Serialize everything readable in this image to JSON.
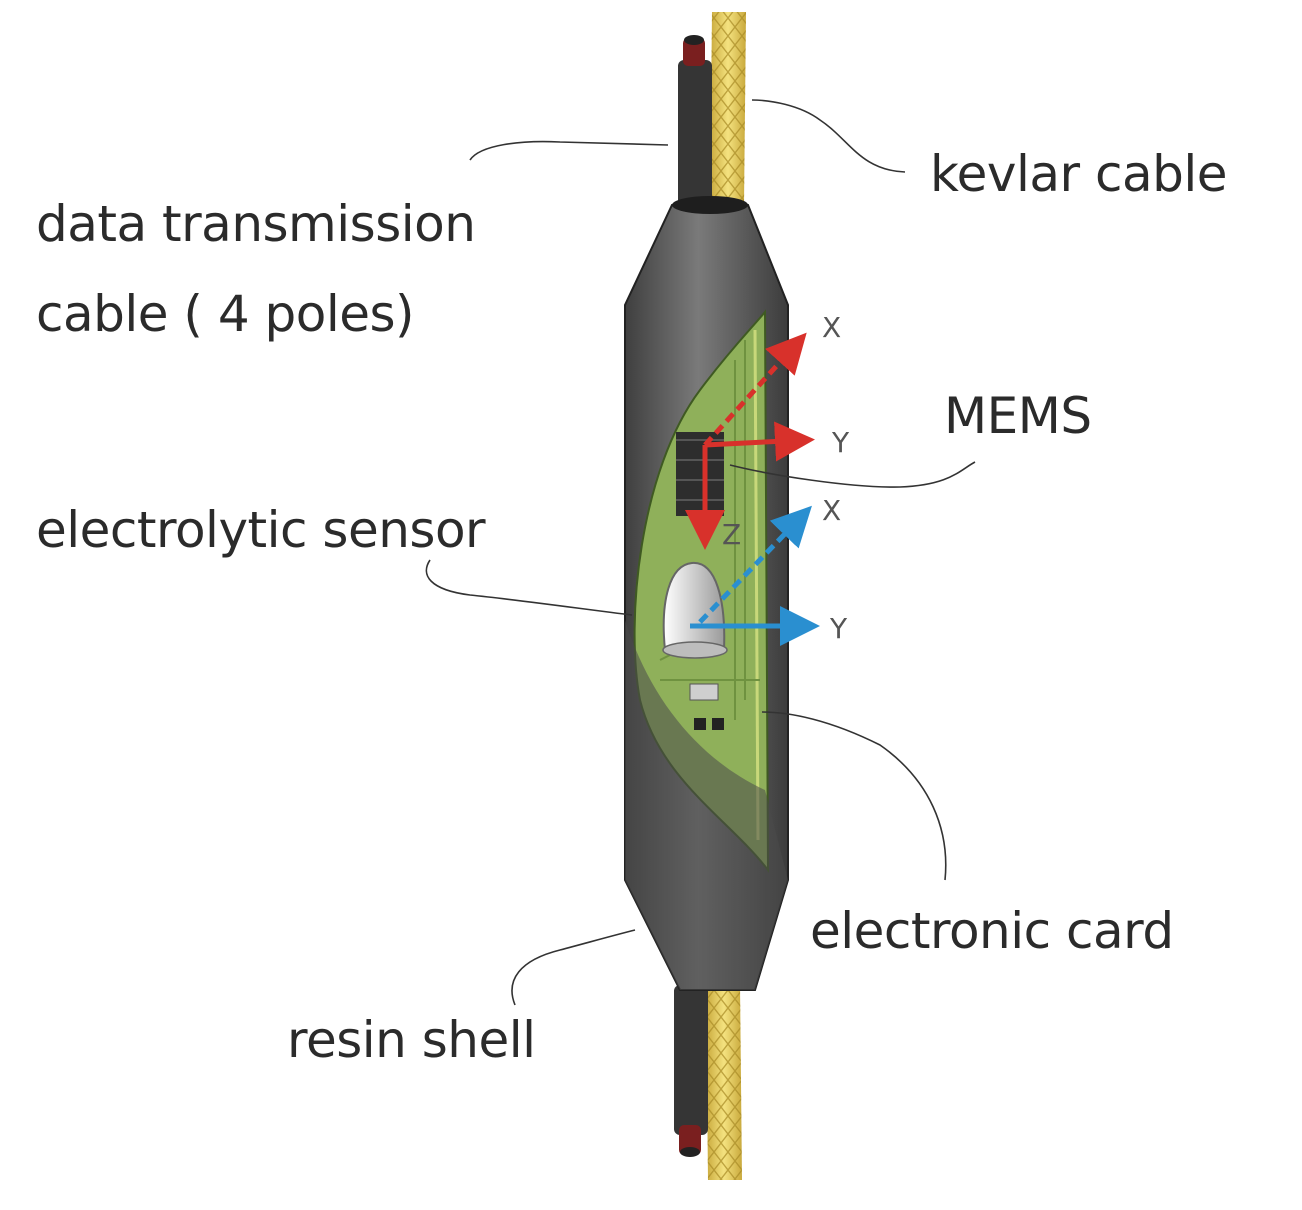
{
  "labels": {
    "kevlar_cable": "kevlar cable",
    "data_cable_line1": "data transmission",
    "data_cable_line2": "cable ( 4 poles)",
    "mems": "MEMS",
    "electrolytic_sensor": "electrolytic sensor",
    "electronic_card": "electronic card",
    "resin_shell": "resin shell"
  },
  "axes": {
    "mems_x": "X",
    "mems_y": "Y",
    "mems_z": "Z",
    "electrolytic_x": "X",
    "electrolytic_y": "Y"
  },
  "colors": {
    "shell": "#555555",
    "kevlar": "#e8d26a",
    "data_cable": "#3a3a3a",
    "circuit_board": "#8fb05a",
    "mems_axes": "#d8312b",
    "electrolytic_axes": "#2a8fd0"
  }
}
